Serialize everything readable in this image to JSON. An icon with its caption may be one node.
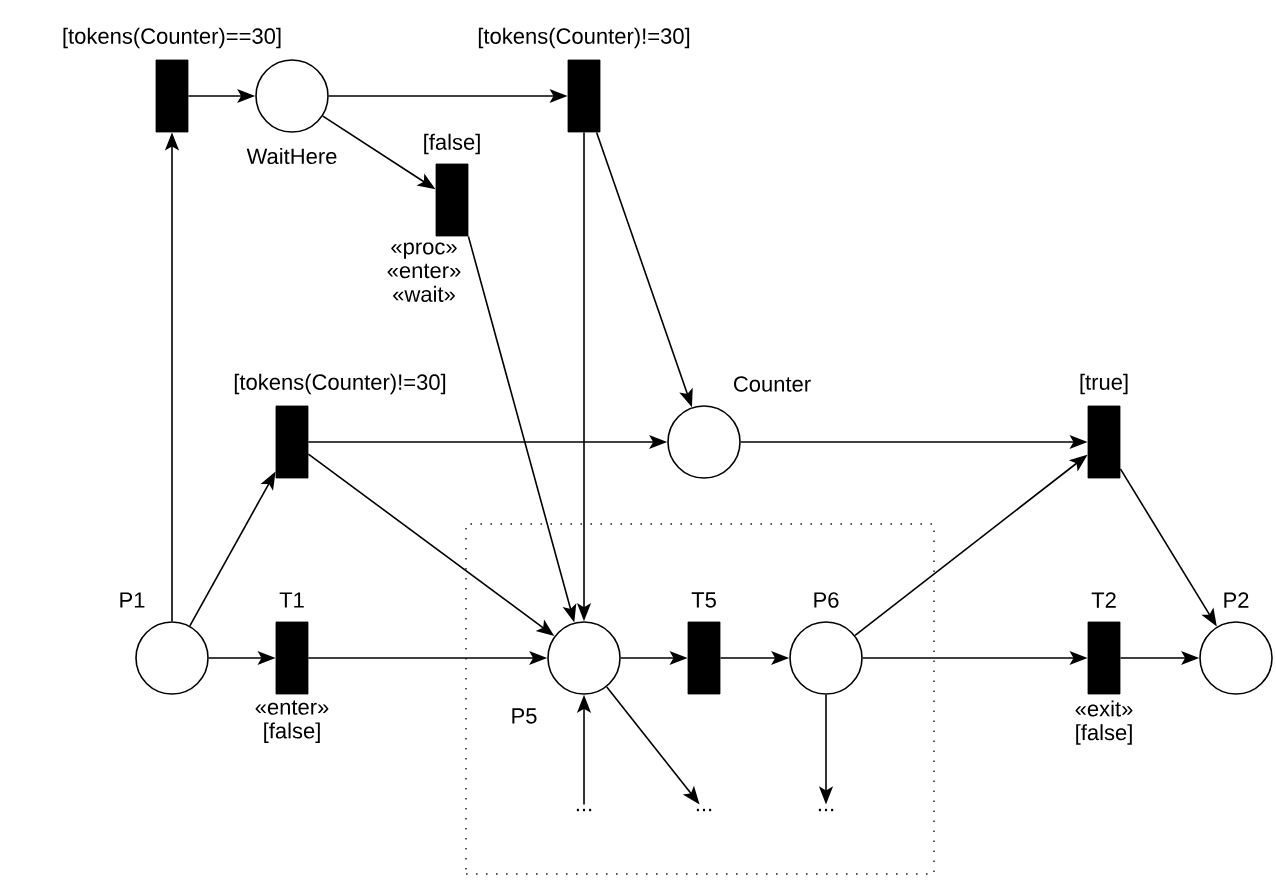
{
  "diagram": {
    "nodes": [
      {
        "text": [
          "[tokens(Counter)==30]"
        ]
      },
      {
        "text": [
          "WaitHere"
        ]
      },
      {
        "text": [
          "[tokens(Counter)!=30]"
        ]
      },
      {
        "text": [
          "[false]",
          "«proc» «enter» «wait»"
        ]
      },
      {
        "text": [
          "[tokens(Counter)!=30]"
        ]
      },
      {
        "text": [
          "Counter"
        ]
      },
      {
        "text": [
          "[true]"
        ]
      },
      {
        "text": [],
        "shape": "box"
      },
      {
        "text": [
          "P1"
        ]
      },
      {
        "text": [
          "T1",
          "«enter» [false]"
        ]
      },
      {
        "text": [
          "P5"
        ],
        "in": 7
      },
      {
        "text": [
          "T5"
        ],
        "in": 7
      },
      {
        "text": [
          "P6"
        ],
        "in": 7
      },
      {
        "text": [
          "T2",
          "«exit» [false]"
        ]
      },
      {
        "text": [
          "P2"
        ]
      },
      {
        "text": [
          "..."
        ],
        "in": 7
      },
      {
        "text": [
          "..."
        ],
        "in": 7
      },
      {
        "text": [
          "..."
        ],
        "in": 7
      }
    ],
    "edges": [
      {
        "from": 8,
        "to": 0,
        "arrow": "to"
      },
      {
        "from": 0,
        "to": 1,
        "arrow": "to"
      },
      {
        "from": 1,
        "to": 2,
        "arrow": "to"
      },
      {
        "from": 1,
        "to": 3,
        "arrow": "to"
      },
      {
        "from": 3,
        "to": 10,
        "arrow": "to"
      },
      {
        "from": 2,
        "to": 10,
        "arrow": "to"
      },
      {
        "from": 2,
        "to": 5,
        "arrow": "to"
      },
      {
        "from": 8,
        "to": 4,
        "arrow": "to"
      },
      {
        "from": 4,
        "to": 5,
        "arrow": "to"
      },
      {
        "from": 4,
        "to": 10,
        "arrow": "to"
      },
      {
        "from": 8,
        "to": 9,
        "arrow": "to"
      },
      {
        "from": 9,
        "to": 10,
        "arrow": "to"
      },
      {
        "from": 10,
        "to": 11,
        "arrow": "to"
      },
      {
        "from": 11,
        "to": 12,
        "arrow": "to"
      },
      {
        "from": 12,
        "to": 6,
        "arrow": "to"
      },
      {
        "from": 5,
        "to": 6,
        "arrow": "to"
      },
      {
        "from": 6,
        "to": 14,
        "arrow": "to"
      },
      {
        "from": 12,
        "to": 13,
        "arrow": "to"
      },
      {
        "from": 13,
        "to": 14,
        "arrow": "to"
      },
      {
        "from": 15,
        "to": 10,
        "arrow": "to"
      },
      {
        "from": 10,
        "to": 16,
        "arrow": "to"
      },
      {
        "from": 12,
        "to": 17,
        "arrow": "to"
      }
    ]
  }
}
